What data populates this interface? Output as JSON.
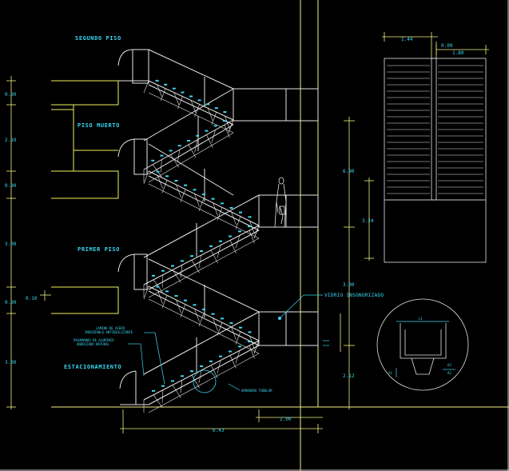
{
  "colors": {
    "background": "#000000",
    "structure": "#e8e8e8",
    "frame": "#f0f080",
    "slab": "#f0f060",
    "annotation": "#3ad7f2"
  },
  "floor_labels": {
    "second": "SEGUNDO PISO",
    "landing": "PISO MUERTO",
    "first": "PRIMER PISO",
    "parking": "ESTACIONAMIENTO"
  },
  "notes": {
    "glass": "VIDRIO INSONORIZADO",
    "sheet_1": "LAMINA DE ACERO",
    "sheet_2": "INOXIDABLE ANTIDESLIZANTE",
    "rail_1": "PASAMANOS DE ALUMINIO",
    "rail_2": "ANODIZADO NATURAL",
    "truss": "ARMADURA TUBULAR"
  },
  "left_dims": [
    "0.90",
    "2.10",
    "0.90",
    "3.00",
    "0.90",
    "3.00"
  ],
  "left_small_dim": "0.10",
  "right_dims": [
    "6.90",
    "3.24",
    "3.00",
    "2.12"
  ],
  "bottom_dims": [
    "2.00",
    "6.43"
  ],
  "plan_dims": [
    "1.44",
    "0.09",
    "1.80"
  ],
  "detail_dims": [
    "L1",
    "A1",
    "A2",
    "A3"
  ]
}
